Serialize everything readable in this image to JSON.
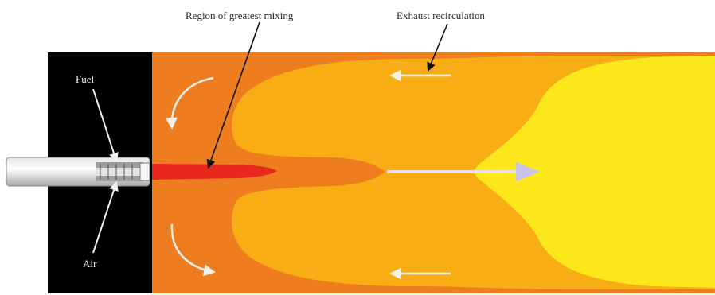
{
  "labels": {
    "greatest_mixing": "Region of greatest mixing",
    "exhaust_recirculation": "Exhaust recirculation",
    "fuel": "Fuel",
    "air": "Air"
  },
  "colors": {
    "burner_wall": "#000000",
    "outer_zone": "#ee7d20",
    "middle_zone": "#f8ad14",
    "hot_zone": "#fbe71c",
    "fuel_jet": "#e8281c",
    "arrows": "#f3f0ea"
  }
}
